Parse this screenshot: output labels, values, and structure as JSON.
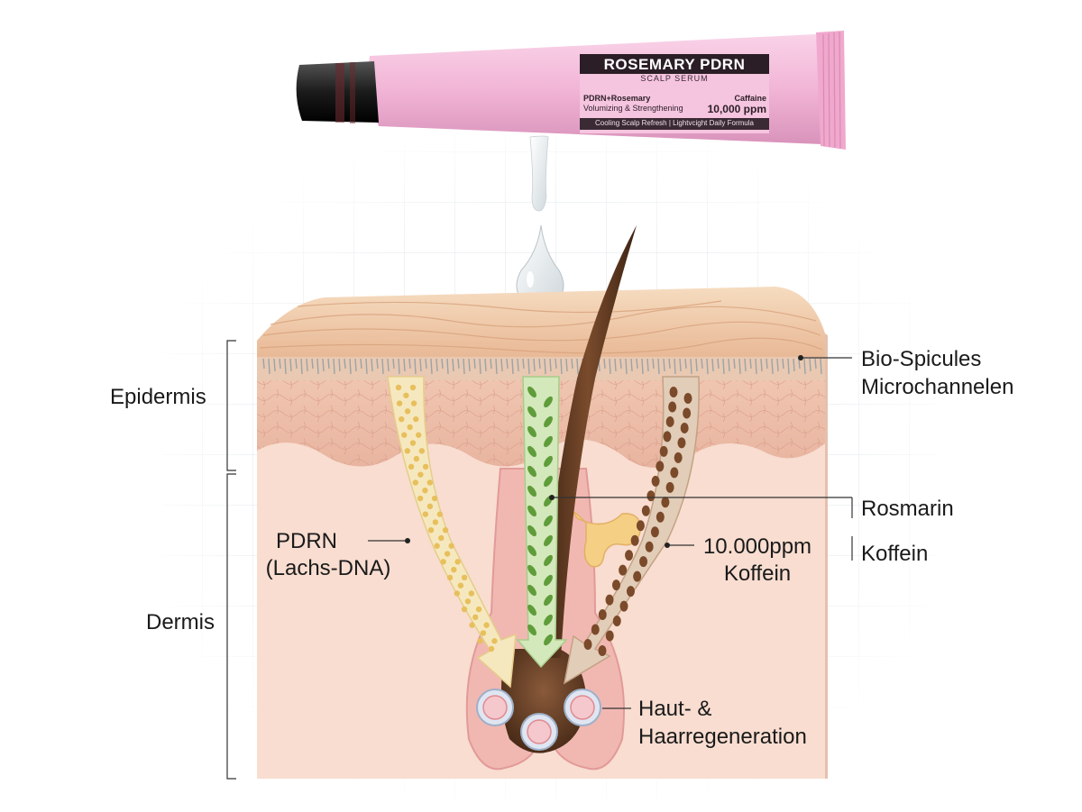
{
  "product": {
    "name": "ROSEMARY PDRN",
    "subtitle": "SCALP SERUM",
    "left_line1": "PDRN+Rosemary",
    "left_line2": "Volumizing & Strengthening",
    "right_line1": "Caffaine",
    "right_line2": "10,000 ppm",
    "footer": "Cooling Scalp Refresh | Lightvcight Daily Formula"
  },
  "labels": {
    "epidermis": "Epidermis",
    "dermis": "Dermis",
    "bio_line1": "Bio-Spicules",
    "bio_line2": "Microchannelen",
    "pdrn_line1": "PDRN",
    "pdrn_line2": "(Lachs-DNA)",
    "rosmarin": "Rosmarin",
    "koffein": "Koffein",
    "caffeine_line1": "10.000ppm",
    "caffeine_line2": "Koffein",
    "regen_line1": "Haut- &",
    "regen_line2": "Haarregeneration"
  },
  "colors": {
    "tube_pink": "#f2b8d8",
    "tube_cap": "#222222",
    "skin_top": "#f1cfae",
    "dermis": "#f8ddd0",
    "pdrn_channel": "#f4e4b4",
    "rosemary_channel": "#cfe6b4",
    "caffeine_channel": "#d9c2ae",
    "hair": "#5a3620"
  }
}
